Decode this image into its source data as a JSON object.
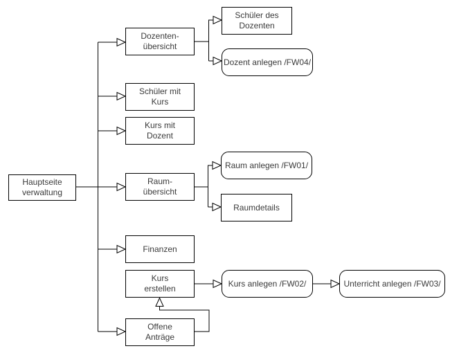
{
  "diagram": {
    "kind": "sitemap-flowchart",
    "language": "de",
    "colors": {
      "background": "#ffffff",
      "node_fill": "#ffffff",
      "stroke": "#000000",
      "text": "#3a3a3a"
    },
    "nodes": [
      {
        "id": "hauptseite-verwaltung",
        "label": "Hauptseite\nverwaltung",
        "shape": "rect"
      },
      {
        "id": "dozenten-uebersicht",
        "label": "Dozenten-\nübersicht",
        "shape": "rect"
      },
      {
        "id": "schueler-des-dozenten",
        "label": "Schüler des\nDozenten",
        "shape": "rect"
      },
      {
        "id": "dozent-anlegen",
        "label": "Dozent anlegen /FW04/",
        "shape": "rounded"
      },
      {
        "id": "schueler-mit-kurs",
        "label": "Schüler mit\nKurs",
        "shape": "rect"
      },
      {
        "id": "kurs-mit-dozent",
        "label": "Kurs mit\nDozent",
        "shape": "rect"
      },
      {
        "id": "raum-uebersicht",
        "label": "Raum-\nübersicht",
        "shape": "rect"
      },
      {
        "id": "raum-anlegen",
        "label": "Raum anlegen /FW01/",
        "shape": "rounded"
      },
      {
        "id": "raumdetails",
        "label": "Raumdetails",
        "shape": "rect"
      },
      {
        "id": "finanzen",
        "label": "Finanzen",
        "shape": "rect"
      },
      {
        "id": "kurs-erstellen",
        "label": "Kurs\nerstellen",
        "shape": "rect"
      },
      {
        "id": "kurs-anlegen",
        "label": "Kurs anlegen /FW02/",
        "shape": "rounded"
      },
      {
        "id": "unterricht-anlegen",
        "label": "Unterricht anlegen /FW03/",
        "shape": "rounded"
      },
      {
        "id": "offene-antraege",
        "label": "Offene\nAnträge",
        "shape": "rect"
      }
    ],
    "edges": [
      {
        "from": "hauptseite-verwaltung",
        "to": "dozenten-uebersicht",
        "arrow": "open-triangle"
      },
      {
        "from": "hauptseite-verwaltung",
        "to": "schueler-mit-kurs",
        "arrow": "open-triangle"
      },
      {
        "from": "hauptseite-verwaltung",
        "to": "kurs-mit-dozent",
        "arrow": "open-triangle"
      },
      {
        "from": "hauptseite-verwaltung",
        "to": "raum-uebersicht",
        "arrow": "open-triangle"
      },
      {
        "from": "hauptseite-verwaltung",
        "to": "finanzen",
        "arrow": "open-triangle"
      },
      {
        "from": "hauptseite-verwaltung",
        "to": "offene-antraege",
        "arrow": "open-triangle"
      },
      {
        "from": "dozenten-uebersicht",
        "to": "schueler-des-dozenten",
        "arrow": "open-triangle"
      },
      {
        "from": "dozenten-uebersicht",
        "to": "dozent-anlegen",
        "arrow": "open-triangle"
      },
      {
        "from": "raum-uebersicht",
        "to": "raum-anlegen",
        "arrow": "open-triangle"
      },
      {
        "from": "raum-uebersicht",
        "to": "raumdetails",
        "arrow": "open-triangle"
      },
      {
        "from": "kurs-erstellen",
        "to": "kurs-anlegen",
        "arrow": "open-triangle"
      },
      {
        "from": "kurs-anlegen",
        "to": "unterricht-anlegen",
        "arrow": "open-triangle"
      },
      {
        "from": "offene-antraege",
        "to": "kurs-erstellen",
        "arrow": "open-triangle"
      }
    ]
  }
}
